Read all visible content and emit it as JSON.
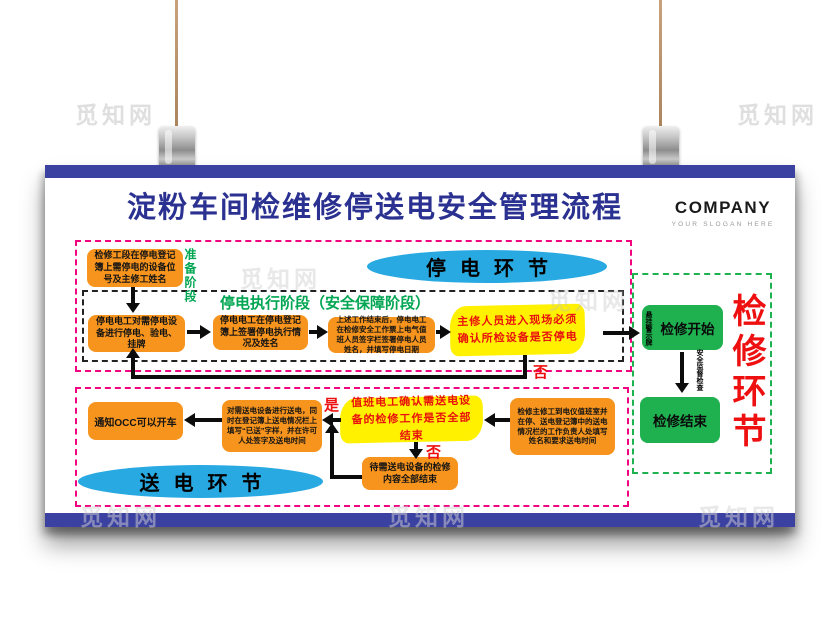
{
  "watermark": "觅知网",
  "header": {
    "title": "淀粉车间检维修停送电安全管理流程",
    "company": "COMPANY",
    "slogan": "YOUR SLOGAN HERE"
  },
  "sections": {
    "power_off": {
      "ellipse": "停电环节",
      "prep_stage": "准备阶段",
      "exec_stage": "停电执行阶段（安全保障阶段）"
    },
    "power_on": {
      "ellipse": "送电环节"
    },
    "repair": {
      "vertical_title": "检修环节",
      "hang_sign": "悬挂警示牌",
      "supervision": "安全监督检查",
      "start": "检修开始",
      "end": "检修结束"
    }
  },
  "flow": {
    "register_box": "检修工段在停电登记簿上需停电的设备位号及主修工姓名",
    "cut_power_box": "停电电工对需停电设备进行停电、验电、挂牌",
    "sign_record_box": "停电电工在停电登记簿上签署停电执行情况及姓名",
    "sign_ticket_box": "上述工作结束后，停电电工在检修安全工作票上电气值班人员签字栏签署停电人员姓名，并填写停电日期",
    "confirm_power_off_box": "主修人员进入现场必须确认所检设备是否停电",
    "notify_occ_box": "通知OCC可以开车",
    "send_power_box": "对需送电设备进行送电，同时在登记簿上送电情况栏上填写“已送”字样，并在许可人处签字及送电时间",
    "confirm_finish_box": "值班电工确认需送电设备的检修工作是否全部结束",
    "wait_finish_box": "待需送电设备的检修内容全部结束",
    "request_send_box": "检修主修工到电仪值班室并在停、送电登记簿中的送电情况栏的工作负责人处填写姓名和要求送电时间",
    "yes_label": "是",
    "no_label": "否"
  },
  "colors": {
    "title_blue": "#2b3190",
    "band_blue": "#3a41a0",
    "box_orange": "#f7941d",
    "banner_yellow": "#fff100",
    "ellipse_blue": "#29a9e1",
    "green": "#1fb050",
    "red": "#ee1010",
    "pink_border": "#f0047f"
  }
}
